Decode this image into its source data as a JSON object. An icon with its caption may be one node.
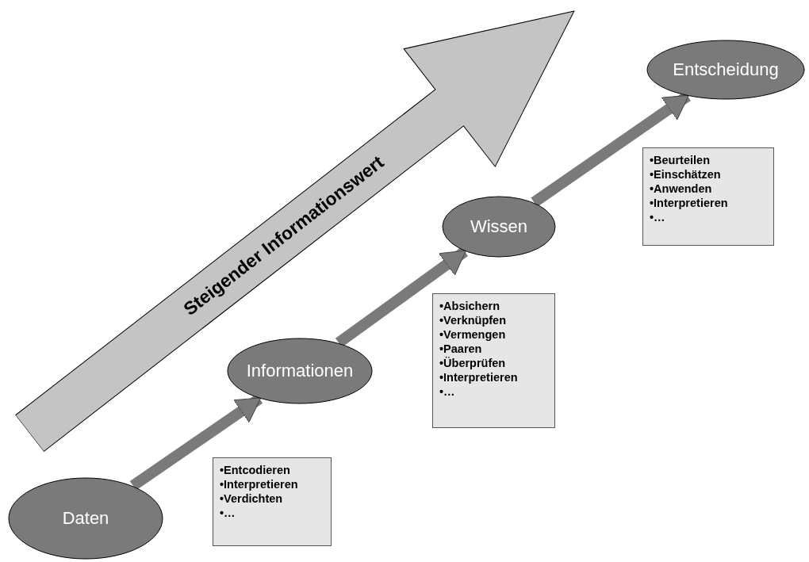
{
  "diagram": {
    "nodes": [
      {
        "text": [
          "Steigender Informationswert"
        ]
      },
      {
        "text": [
          "Daten"
        ]
      },
      {
        "text": [
          "Informationen"
        ]
      },
      {
        "text": [
          "Wissen"
        ]
      },
      {
        "text": [
          "Entscheidung"
        ]
      },
      {
        "text": [
          "•Entcodieren",
          "•Interpretieren",
          "•Verdichten",
          "•…"
        ]
      },
      {
        "text": [
          "•Absichern",
          "•Verknüpfen",
          "•Vermengen",
          "•Paaren",
          "•Überprüfen",
          "•Interpretieren",
          "•…"
        ]
      },
      {
        "text": [
          "•Beurteilen",
          "•Einschätzen",
          "•Anwenden",
          "•Interpretieren",
          "•…"
        ]
      }
    ],
    "edges": [
      {
        "from": 1,
        "to": 2,
        "arrow": "to"
      },
      {
        "from": 2,
        "to": 3,
        "arrow": "to"
      },
      {
        "from": 3,
        "to": 4,
        "arrow": "to"
      }
    ]
  }
}
